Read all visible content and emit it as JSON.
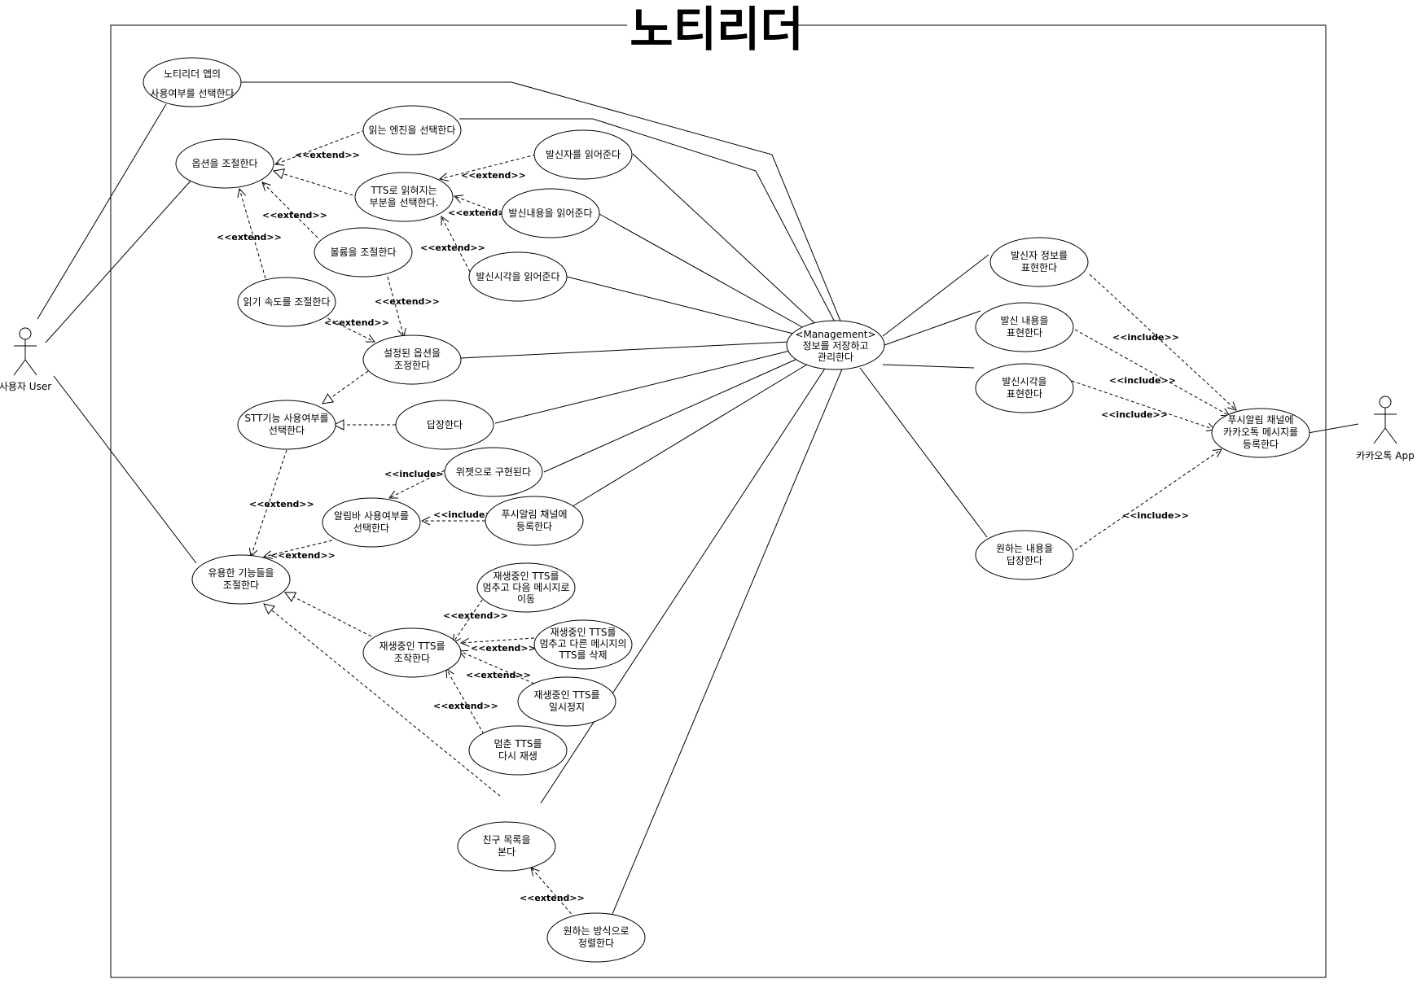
{
  "title": "노티리더",
  "actors": [
    {
      "id": "user",
      "label": "사용자 User"
    },
    {
      "id": "kakao",
      "label": "카카오톡 App"
    }
  ],
  "usecases": [
    {
      "id": "uc_use_app",
      "lines": [
        "노티리더 앱의",
        "사용여부를 선택한다"
      ]
    },
    {
      "id": "uc_option",
      "lines": [
        "옵션을 조절한다"
      ]
    },
    {
      "id": "uc_engine",
      "lines": [
        "읽는 엔진을 선택한다"
      ]
    },
    {
      "id": "uc_tts_part",
      "lines": [
        "TTS로 읽혀지는",
        "부분을 선택한다."
      ]
    },
    {
      "id": "uc_read_sender",
      "lines": [
        "발신자를 읽어준다"
      ]
    },
    {
      "id": "uc_read_content",
      "lines": [
        "발신내용을 읽어준다"
      ]
    },
    {
      "id": "uc_read_time",
      "lines": [
        "발신시각을 읽어준다"
      ]
    },
    {
      "id": "uc_volume",
      "lines": [
        "볼륨을 조절한다"
      ]
    },
    {
      "id": "uc_speed",
      "lines": [
        "읽기 속도를 조절한다"
      ]
    },
    {
      "id": "uc_set_option",
      "lines": [
        "설정된 옵션을",
        "조정한다"
      ]
    },
    {
      "id": "uc_stt",
      "lines": [
        "STT기능 사용여부를",
        "선택한다"
      ]
    },
    {
      "id": "uc_reply",
      "lines": [
        "답장한다"
      ]
    },
    {
      "id": "uc_widget",
      "lines": [
        "위젯으로 구현된다"
      ]
    },
    {
      "id": "uc_alarm_bar",
      "lines": [
        "알림바 사용여부를",
        "선택한다"
      ]
    },
    {
      "id": "uc_push_reg",
      "lines": [
        "푸시알림 채널에",
        "등록한다"
      ]
    },
    {
      "id": "uc_useful",
      "lines": [
        "유용한 기능들을",
        "조절한다"
      ]
    },
    {
      "id": "uc_tts_next",
      "lines": [
        "재생중인 TTS를",
        "멈추고 다음 메시지로",
        "이동"
      ]
    },
    {
      "id": "uc_tts_delete",
      "lines": [
        "재생중인 TTS를",
        "멈추고 다른 메시지의",
        "TTS를 삭제"
      ]
    },
    {
      "id": "uc_tts_control",
      "lines": [
        "재생중인 TTS를",
        "조작한다"
      ]
    },
    {
      "id": "uc_tts_pause",
      "lines": [
        "재생중인 TTS를",
        "일시정지"
      ]
    },
    {
      "id": "uc_tts_replay",
      "lines": [
        "멈춘 TTS를",
        "다시 재생"
      ]
    },
    {
      "id": "uc_friends",
      "lines": [
        "친구 목록을",
        "본다"
      ]
    },
    {
      "id": "uc_sort",
      "lines": [
        "원하는 방식으로",
        "정렬한다"
      ]
    },
    {
      "id": "uc_manage",
      "lines": [
        "<Management>",
        "정보를 저장하고",
        "관리한다"
      ]
    },
    {
      "id": "uc_show_sender",
      "lines": [
        "발신자 정보를",
        "표현한다"
      ]
    },
    {
      "id": "uc_show_content",
      "lines": [
        "발신 내용을",
        "표현한다"
      ]
    },
    {
      "id": "uc_show_time",
      "lines": [
        "발신시각을",
        "표현한다"
      ]
    },
    {
      "id": "uc_want_reply",
      "lines": [
        "원하는 내용을",
        "답장한다"
      ]
    },
    {
      "id": "uc_push_kakao",
      "lines": [
        "푸시알림 채널에",
        "카카오톡 메시지를",
        "등록한다"
      ]
    }
  ],
  "relations": {
    "extend": "<<extend>>",
    "include": "<<include>>"
  },
  "relation_labels": [
    {
      "id": "rl_engine",
      "text": "<<extend>>"
    },
    {
      "id": "rl_sender",
      "text": "<<extend>>"
    },
    {
      "id": "rl_volume",
      "text": "<<extend>>"
    },
    {
      "id": "rl_content",
      "text": "<<extend>>"
    },
    {
      "id": "rl_speed",
      "text": "<<extend>>"
    },
    {
      "id": "rl_time",
      "text": "<<extend>>"
    },
    {
      "id": "rl_setopt_vol",
      "text": "<<extend>>"
    },
    {
      "id": "rl_setopt_speed",
      "text": "<<extend>>"
    },
    {
      "id": "rl_stt",
      "text": "<<extend>>"
    },
    {
      "id": "rl_widget",
      "text": "<<include>>"
    },
    {
      "id": "rl_pushreg",
      "text": "<<include>>"
    },
    {
      "id": "rl_alarm",
      "text": "<<extend>>"
    },
    {
      "id": "rl_next",
      "text": "<<extend>>"
    },
    {
      "id": "rl_delete",
      "text": "<<extend>>"
    },
    {
      "id": "rl_pause",
      "text": "<<extend>>"
    },
    {
      "id": "rl_replay",
      "text": "<<extend>>"
    },
    {
      "id": "rl_sort",
      "text": "<<extend>>"
    },
    {
      "id": "rl_inc_sender",
      "text": "<<include>>"
    },
    {
      "id": "rl_inc_content",
      "text": "<<include>>"
    },
    {
      "id": "rl_inc_time",
      "text": "<<include>>"
    },
    {
      "id": "rl_inc_reply",
      "text": "<<include>>"
    }
  ]
}
